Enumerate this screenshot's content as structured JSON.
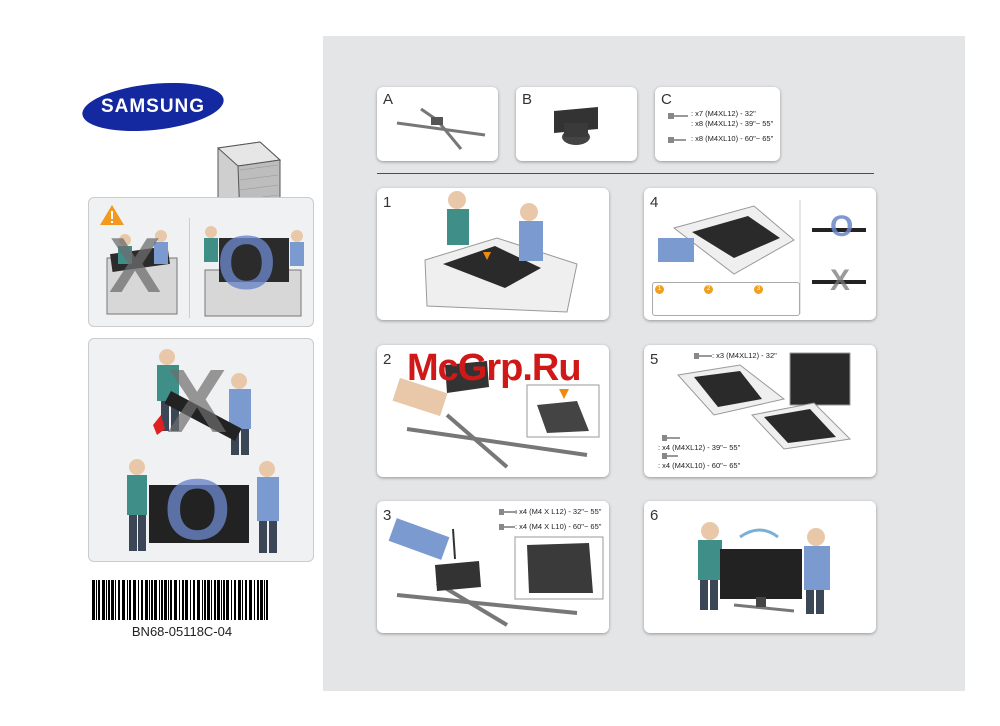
{
  "brand": {
    "name": "SAMSUNG",
    "color": "#1428a0"
  },
  "part_number": "BN68-05118C-04",
  "watermark": "McGrp.Ru",
  "symbols": {
    "no": "X",
    "yes": "O",
    "warning_icon": "warning-triangle-icon"
  },
  "components": {
    "a": {
      "letter": "A"
    },
    "b": {
      "letter": "B"
    },
    "c": {
      "letter": "C",
      "screws": [
        {
          "line1": ": x7 (M4XL12) - 32\"",
          "line2": ": x8 (M4XL12) - 39\"~ 55\""
        },
        {
          "line1": ": x8 (M4XL10) - 60\"~ 65\""
        }
      ]
    }
  },
  "steps": [
    {
      "number": "1"
    },
    {
      "number": "2"
    },
    {
      "number": "3",
      "screws": [
        ": x4 (M4 X L12) - 32\"~ 55\"",
        ": x4 (M4 X L10) - 60\"~ 65\""
      ]
    },
    {
      "number": "4",
      "substeps": [
        "1",
        "2",
        "3"
      ]
    },
    {
      "number": "5",
      "screws": [
        ": x3 (M4XL12) - 32\"",
        ": x4 (M4XL12) - 39\"~ 55\"",
        ": x4 (M4XL10) - 60\"~ 65\""
      ]
    },
    {
      "number": "6"
    }
  ]
}
